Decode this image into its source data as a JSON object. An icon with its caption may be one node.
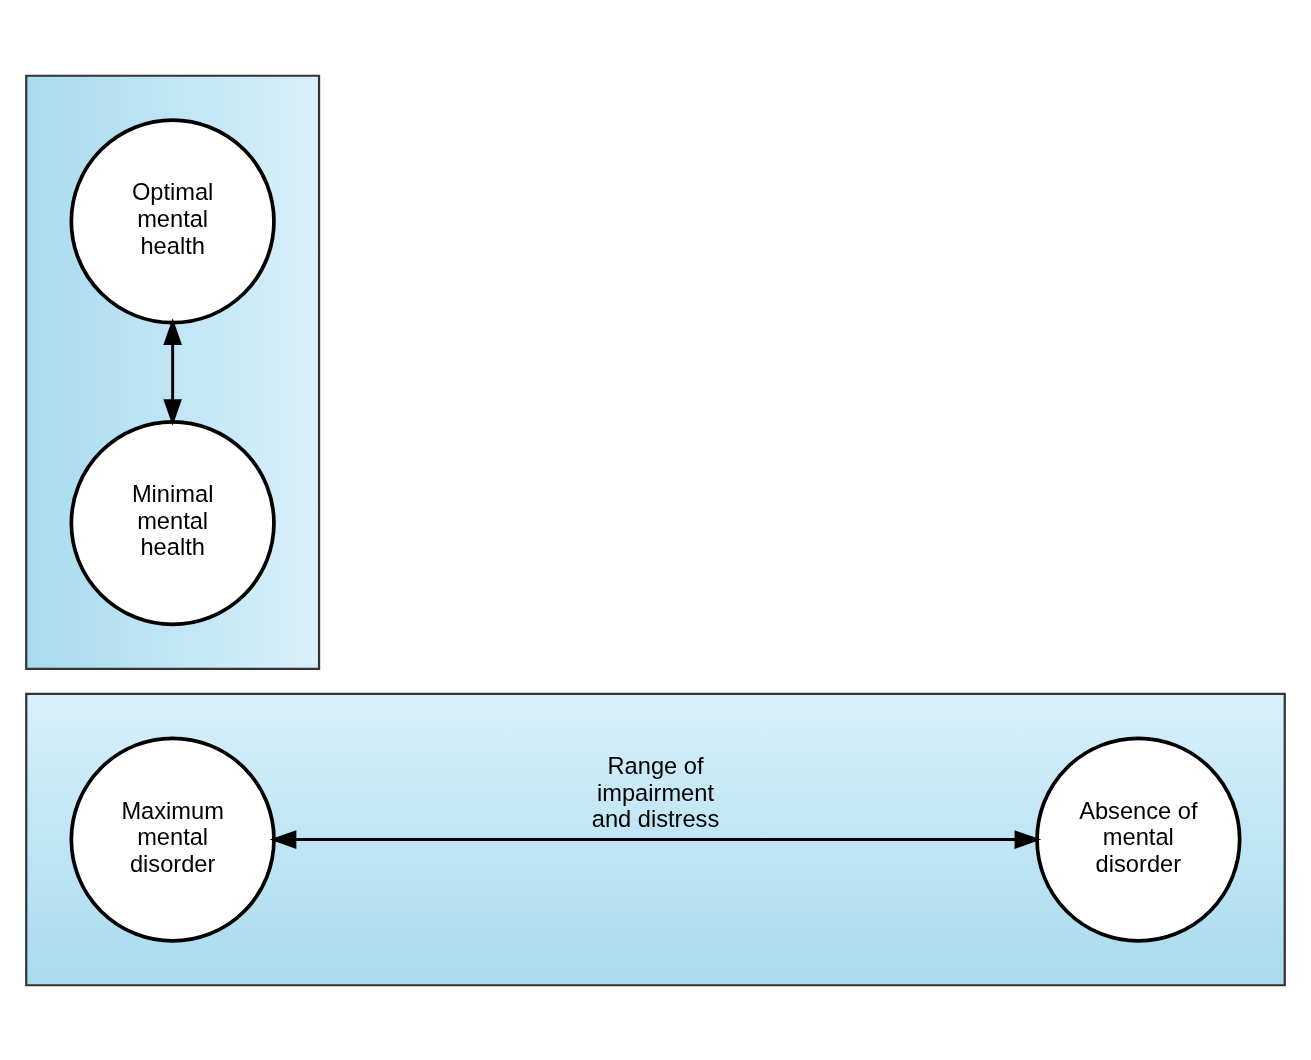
{
  "diagram": {
    "nodes": [
      {
        "text": [],
        "shape": "box"
      },
      {
        "text": [
          "Optimal mental health"
        ],
        "in": 0
      },
      {
        "text": [
          "Minimal mental health"
        ],
        "in": 0
      },
      {
        "text": [],
        "shape": "box"
      },
      {
        "text": [
          "Maximum mental disorder"
        ],
        "in": 3
      },
      {
        "text": [
          "Absence of mental disorder"
        ],
        "in": 3
      }
    ],
    "edges": [
      {
        "from": 1,
        "to": 2,
        "arrow": "both"
      },
      {
        "from": 4,
        "to": 5,
        "arrow": "both",
        "label": "Range of impairment and distress"
      }
    ]
  }
}
